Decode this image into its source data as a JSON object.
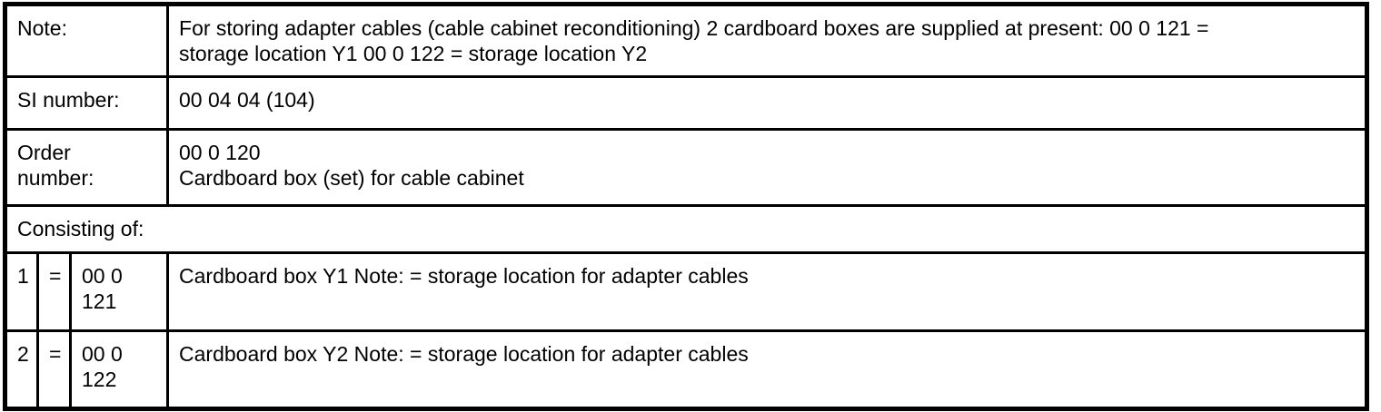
{
  "document": {
    "colors": {
      "background": "#ffffff",
      "border": "#000000",
      "text": "#000000"
    },
    "note": {
      "label": "Note:",
      "text": "For storing adapter cables (cable cabinet reconditioning) 2 cardboard boxes are supplied at present: 00 0 121 =\nstorage location Y1 00 0 122 = storage location Y2"
    },
    "si_number": {
      "label": "SI number:",
      "value": "00 04 04 (104)"
    },
    "order_number": {
      "label": "Order\nnumber:",
      "value": "00 0 120\nCardboard box (set) for cable cabinet"
    },
    "consisting_of": {
      "label": "Consisting of:"
    },
    "items": [
      {
        "index": "1",
        "separator": "=",
        "part_number": "00 0\n121",
        "description": "Cardboard box Y1 Note: = storage location for adapter cables"
      },
      {
        "index": "2",
        "separator": "=",
        "part_number": "00 0\n122",
        "description": "Cardboard box Y2 Note: = storage location for adapter cables"
      }
    ]
  }
}
